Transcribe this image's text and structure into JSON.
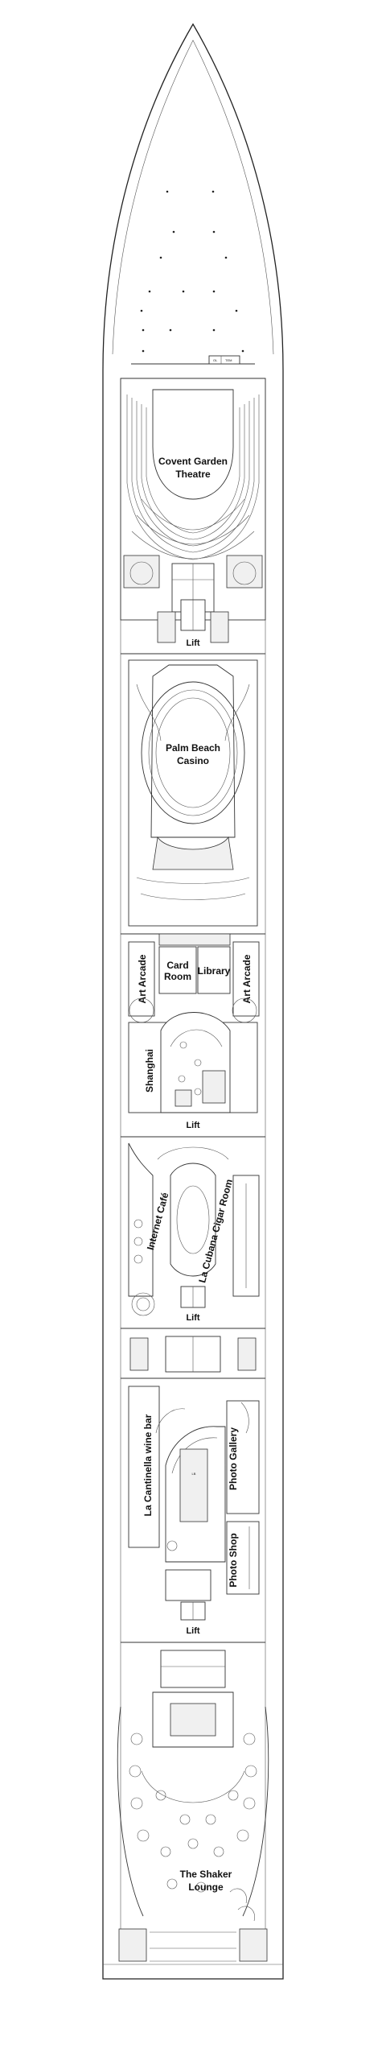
{
  "plan": {
    "labels": {
      "theatre_1": "Covent Garden",
      "theatre_2": "Theatre",
      "lift_1": "Lift",
      "casino_1": "Palm Beach",
      "casino_2": "Casino",
      "art_arcade_left": "Art Arcade",
      "card_room_1": "Card",
      "card_room_2": "Room",
      "library": "Library",
      "art_arcade_right": "Art Arcade",
      "shanghai": "Shanghai",
      "lift_2": "Lift",
      "internet_cafe": "Internet Café",
      "cigar_room": "La Cubana Cigar Room",
      "lift_3": "Lift",
      "wine_bar": "La Cantinella wine bar",
      "photo_gallery": "Photo Gallery",
      "photo_shop": "Photo Shop",
      "lift_4": "Lift",
      "lounge_1": "The Shaker",
      "lounge_2": "Lounge"
    },
    "small_text": {
      "bow_room_1": "OL",
      "bow_room_2": "TEM",
      "counter": "LB"
    }
  }
}
